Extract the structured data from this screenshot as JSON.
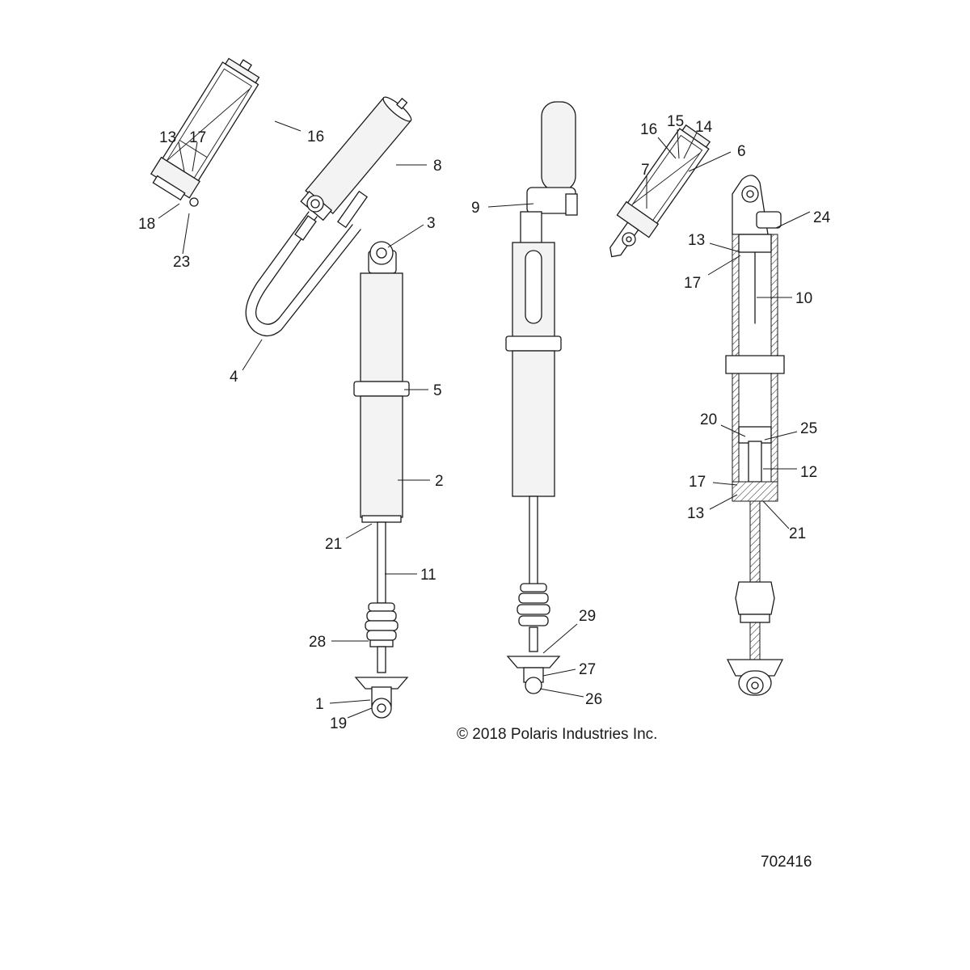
{
  "callouts": {
    "c1": "1",
    "c2": "2",
    "c3": "3",
    "c4": "4",
    "c5": "5",
    "c6": "6",
    "c7": "7",
    "c8": "8",
    "c9": "9",
    "c10": "10",
    "c11": "11",
    "c12": "12",
    "c13a": "13",
    "c13b": "13",
    "c13c": "13",
    "c14": "14",
    "c15": "15",
    "c16a": "16",
    "c16b": "16",
    "c17a": "17",
    "c17b": "17",
    "c17c": "17",
    "c18": "18",
    "c19": "19",
    "c20": "20",
    "c21a": "21",
    "c21b": "21",
    "c23": "23",
    "c24": "24",
    "c25": "25",
    "c26": "26",
    "c27": "27",
    "c28": "28",
    "c29": "29"
  },
  "footer": {
    "copyright": "© 2018 Polaris Industries Inc.",
    "figure_id": "702416"
  }
}
